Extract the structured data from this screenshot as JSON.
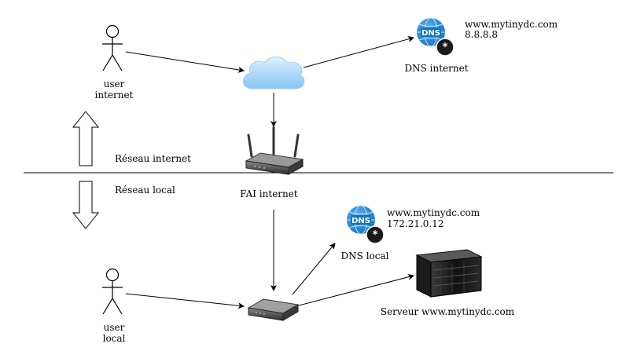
{
  "labels": {
    "user_internet_line1": "user",
    "user_internet_line2": "internet",
    "user_local_line1": "user",
    "user_local_line2": "local",
    "dns_internet": "DNS internet",
    "dns_internet_host": "www.mytinydc.com",
    "dns_internet_ip": "8.8.8.8",
    "reseau_internet": "Réseau internet",
    "reseau_local": "Réseau local",
    "fai_internet": "FAI internet",
    "dns_local": "DNS local",
    "dns_local_host": "www.mytinydc.com",
    "dns_local_ip": "172.21.0.12",
    "serveur": "Serveur www.mytinydc.com",
    "dns_badge": "DNS"
  },
  "icons": {
    "dns_icon": "dns-globe-icon",
    "router_icon": "wifi-router-icon",
    "switch_icon": "network-router-icon",
    "server_icon": "server-rack-icon",
    "cloud_icon": "cloud-icon",
    "user_icon": "stick-figure-icon"
  },
  "colors": {
    "cloud_top": "#d8eefd",
    "cloud_bottom": "#8cc7f3",
    "dns_globe": "#1e88d2",
    "badge": "#1a1a1a",
    "line": "#000000"
  }
}
